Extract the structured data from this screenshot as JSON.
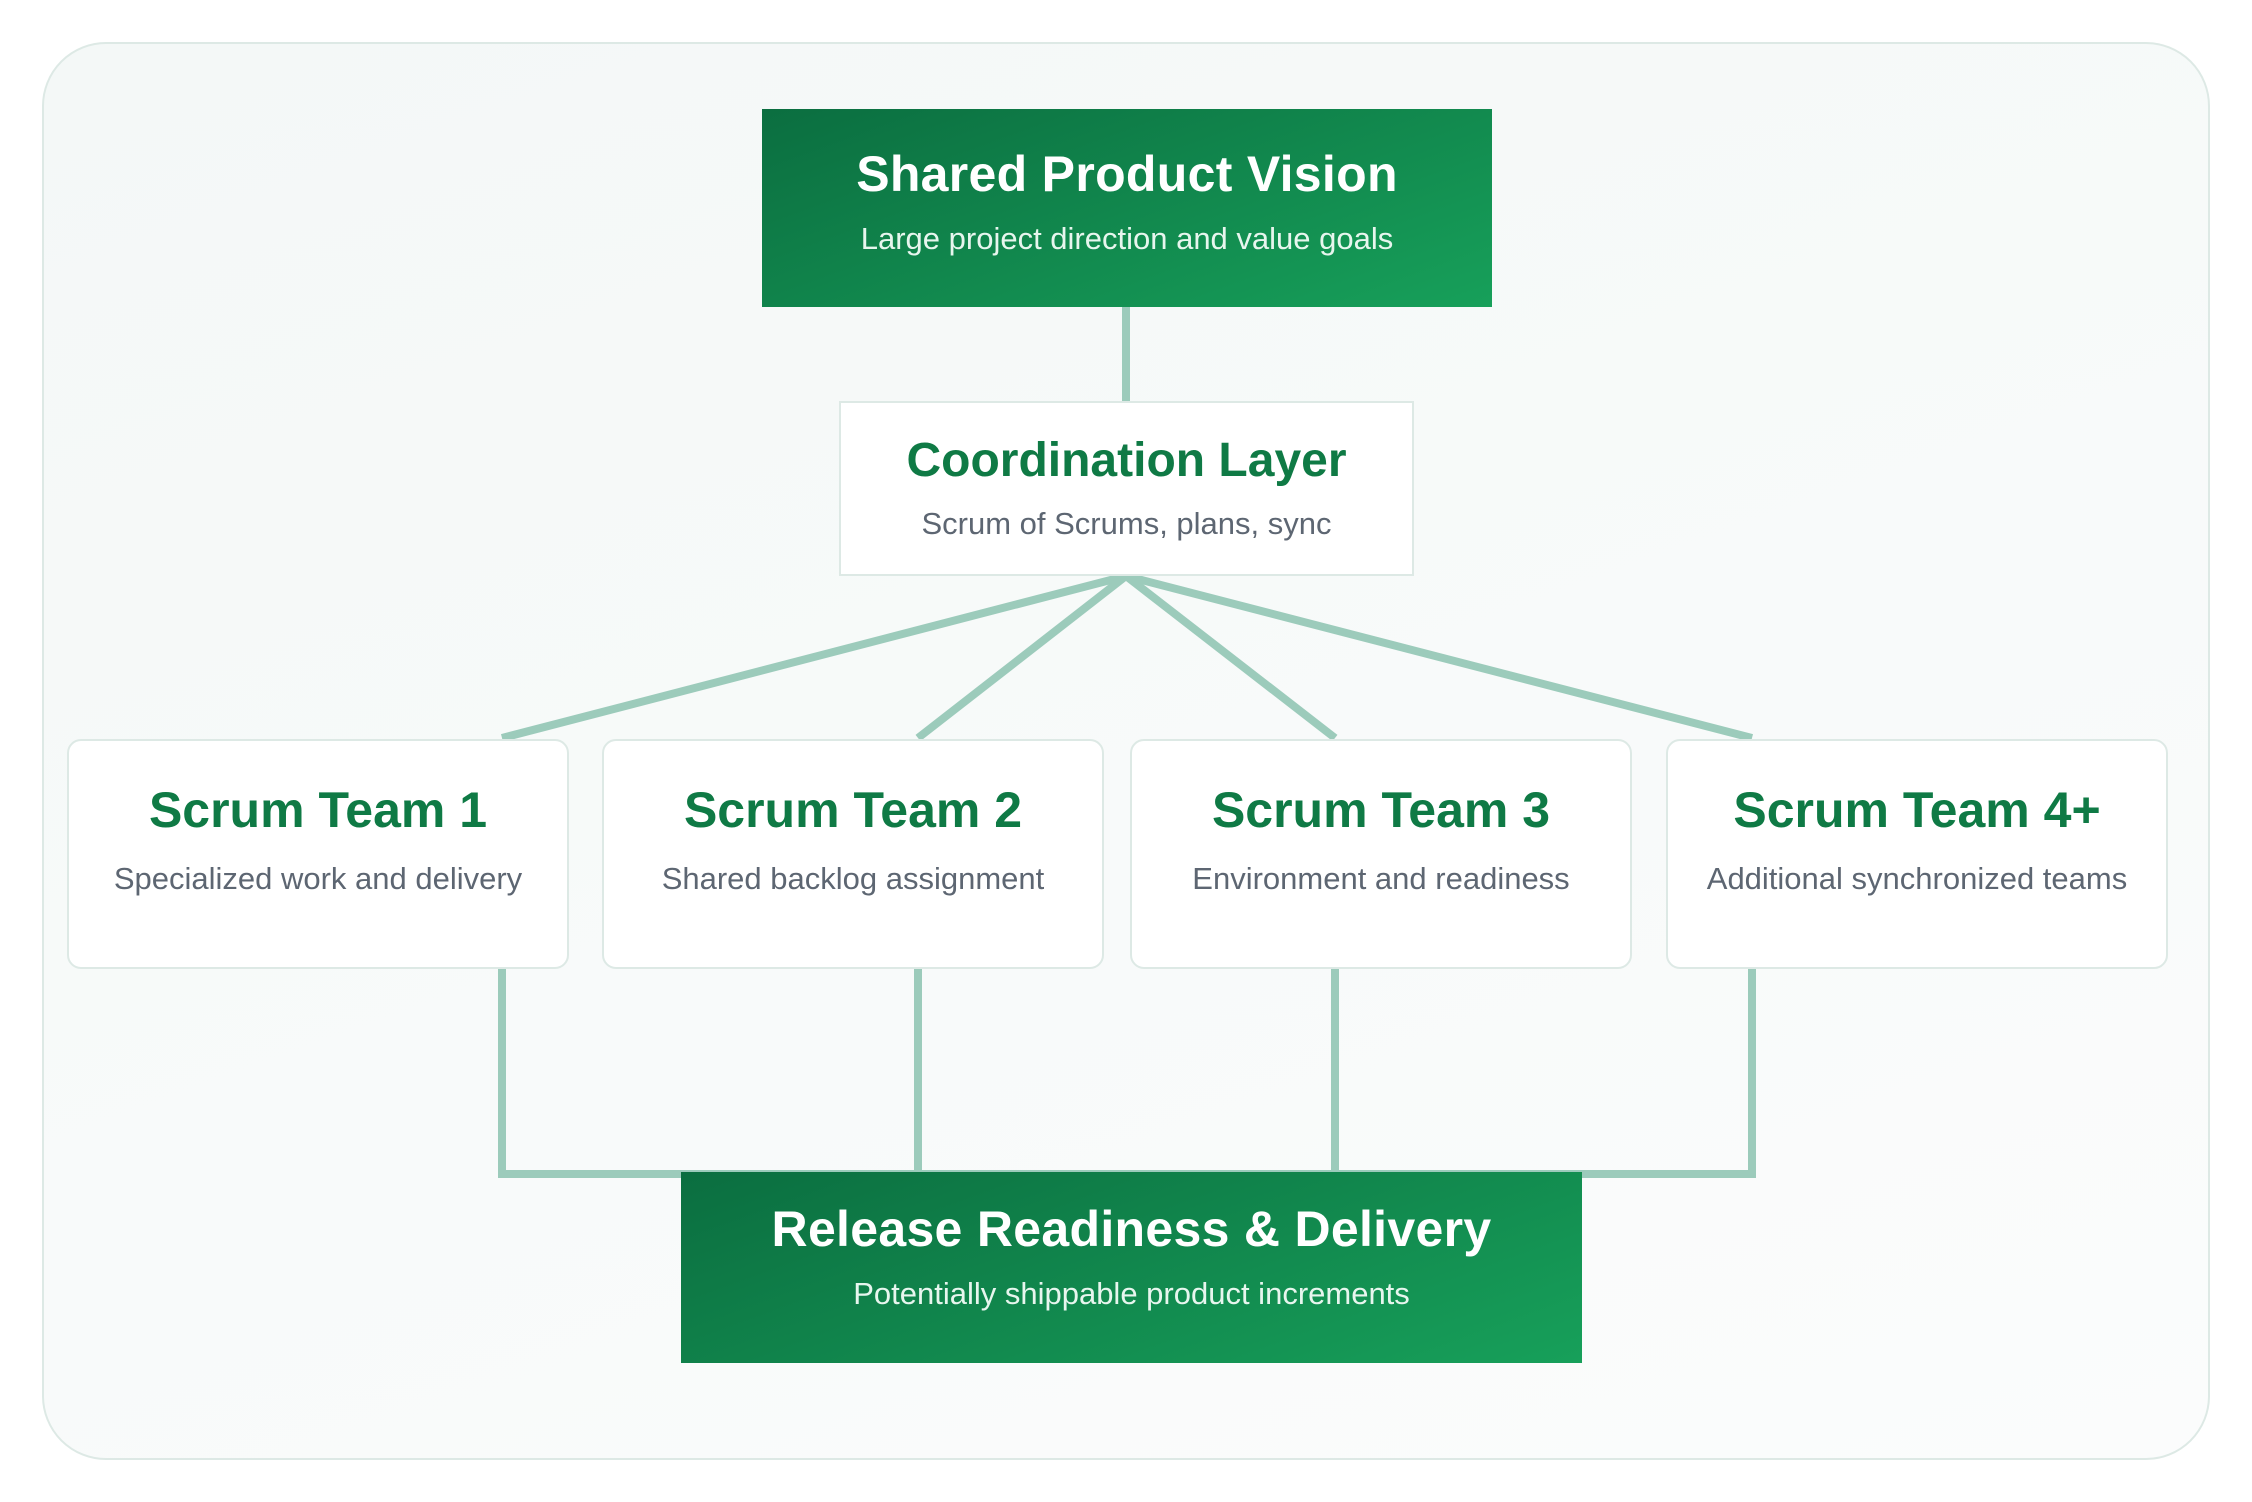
{
  "diagram": {
    "vision": {
      "title": "Shared Product Vision",
      "subtitle": "Large project direction and value goals"
    },
    "coordination": {
      "title": "Coordination Layer",
      "subtitle": "Scrum of Scrums, plans, sync"
    },
    "teams": [
      {
        "title": "Scrum Team 1",
        "subtitle": "Specialized work and delivery"
      },
      {
        "title": "Scrum Team 2",
        "subtitle": "Shared backlog assignment"
      },
      {
        "title": "Scrum Team 3",
        "subtitle": "Environment and readiness"
      },
      {
        "title": "Scrum Team 4+",
        "subtitle": "Additional synchronized teams"
      }
    ],
    "release": {
      "title": "Release Readiness & Delivery",
      "subtitle": "Potentially shippable product increments"
    },
    "colors": {
      "primary_dark": "#0b6e40",
      "primary_light": "#17a05a",
      "connector": "#9ccbbb",
      "title_green": "#0f7a45",
      "subtitle_gray": "#5d6672"
    }
  }
}
